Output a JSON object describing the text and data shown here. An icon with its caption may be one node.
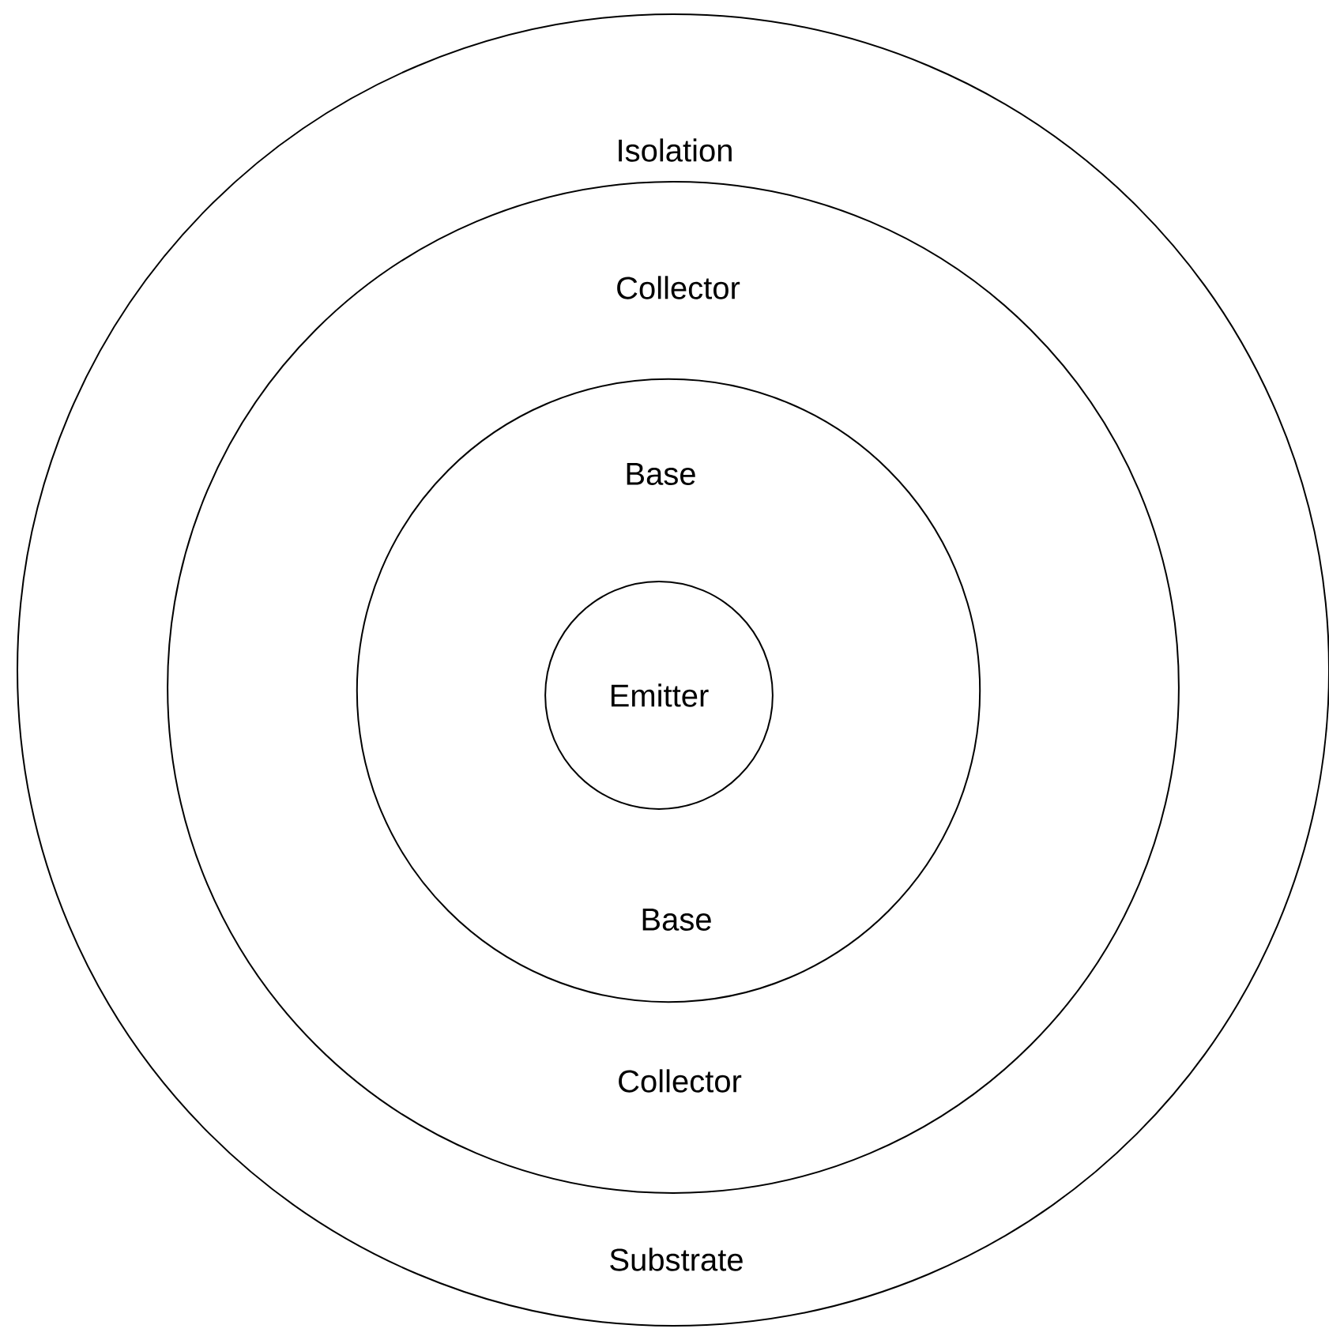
{
  "diagram": {
    "nodes": [
      {
        "text": [
          "Isolation",
          "Substrate"
        ]
      },
      {
        "text": [
          "Collector",
          "Collector"
        ],
        "in": 0
      },
      {
        "text": [
          "Base",
          "Base"
        ],
        "in": 1
      },
      {
        "text": [
          "Emitter"
        ],
        "in": 2
      }
    ]
  }
}
